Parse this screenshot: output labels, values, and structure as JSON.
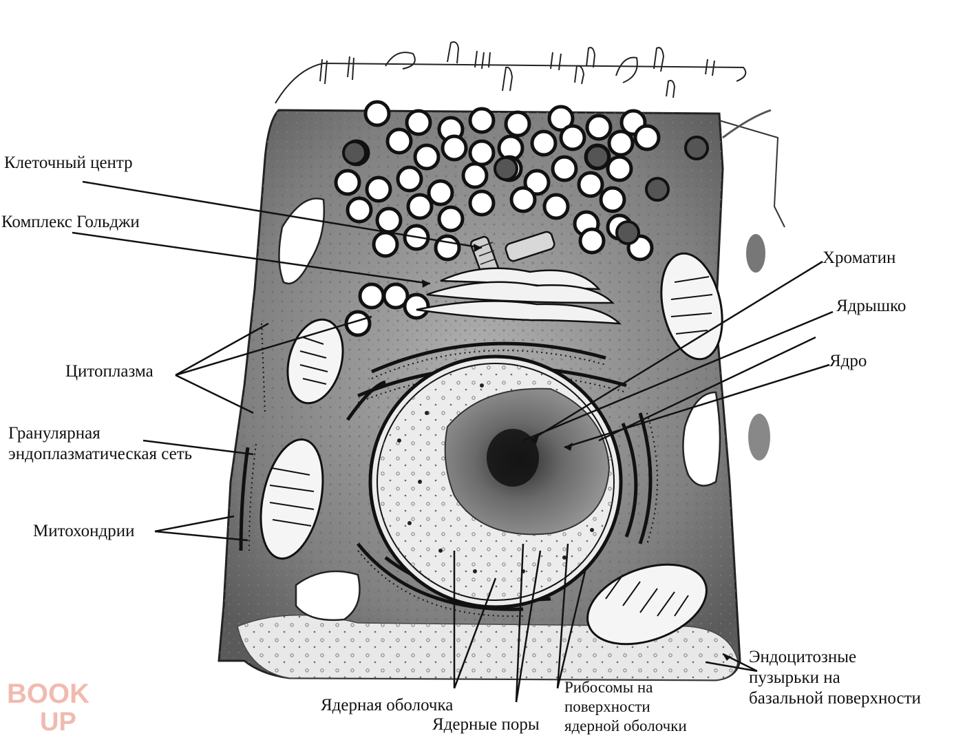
{
  "labels": {
    "cell_center": "Клеточный центр",
    "golgi": "Комплекс Гольджи",
    "chromatin": "Хроматин",
    "nucleolus": "Ядрышко",
    "nucleus": "Ядро",
    "cytoplasm": "Цитоплазма",
    "granular_er_line1": "Гранулярная",
    "granular_er_line2": "эндоплазматическая сеть",
    "mitochondria": "Митохондрии",
    "endocytic_line1": "Эндоцитозные",
    "endocytic_line2": "пузырьки на",
    "endocytic_line3": "базальной поверхности",
    "nuclear_envelope": "Ядерная оболочка",
    "nuclear_pores": "Ядерные поры",
    "ribosomes_line1": "Рибосомы на",
    "ribosomes_line2": "поверхности",
    "ribosomes_line3": "ядерной оболочки"
  },
  "watermark": {
    "line1": "BOOK",
    "line2": "UP",
    "color": "#e7826f"
  },
  "colors": {
    "ink": "#111111",
    "cytoplasm": "#8f8f8f",
    "dark": "#3a3a3a",
    "pale": "#e6e6e6"
  }
}
